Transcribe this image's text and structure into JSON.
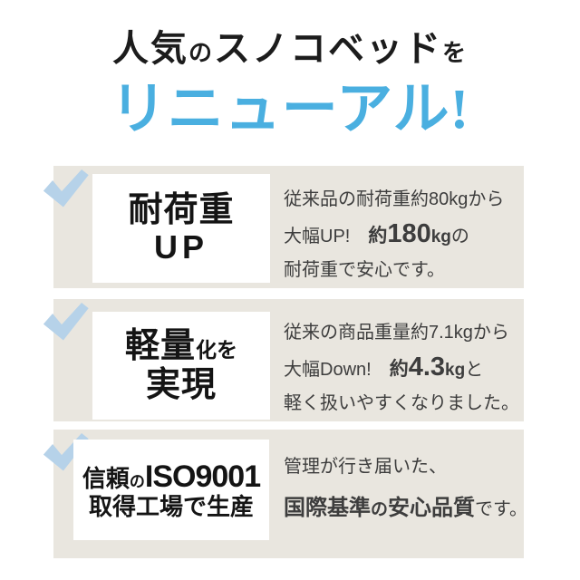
{
  "colors": {
    "background": "#ffffff",
    "accent_blue": "#4aafe0",
    "check_blue": "#b6d2e9",
    "band_beige": "#e9e6df",
    "heading_text": "#1c1c1c",
    "body_text": "#3d3d3d"
  },
  "title": {
    "line1": [
      {
        "t": "人気",
        "cls": "t1-lg"
      },
      {
        "t": "の",
        "cls": "t1-sm"
      },
      {
        "t": "スノコベッド",
        "cls": "t1-lg"
      },
      {
        "t": "を",
        "cls": "t1-sm"
      }
    ],
    "line2": "リニューアル!"
  },
  "bands": [
    {
      "id": "load-capacity-up",
      "icon": "check-icon",
      "box_lines": [
        [
          {
            "t": "耐荷重",
            "cls": "h-main"
          }
        ],
        [
          {
            "t": "UP",
            "cls": "h-up"
          }
        ]
      ],
      "desc_lines": [
        [
          {
            "t": "従来品の耐荷重約80kgから",
            "cls": "n"
          }
        ],
        [
          {
            "t": "大幅UP!　",
            "cls": "n"
          },
          {
            "t": "約",
            "cls": "b"
          },
          {
            "t": "180",
            "cls": "num"
          },
          {
            "t": "kg",
            "cls": "unit"
          },
          {
            "t": "の",
            "cls": "n"
          }
        ],
        [
          {
            "t": "耐荷重で安心です。",
            "cls": "n"
          }
        ]
      ]
    },
    {
      "id": "weight-reduction",
      "icon": "check-icon",
      "box_lines": [
        [
          {
            "t": "軽量",
            "cls": "h-main"
          },
          {
            "t": "化を",
            "cls": "h-sub"
          }
        ],
        [
          {
            "t": "実現",
            "cls": "h-main"
          }
        ]
      ],
      "desc_lines": [
        [
          {
            "t": "従来の商品重量約7.1kgから",
            "cls": "n"
          }
        ],
        [
          {
            "t": "大幅Down!　",
            "cls": "n"
          },
          {
            "t": "約",
            "cls": "b"
          },
          {
            "t": "4.3",
            "cls": "num"
          },
          {
            "t": "kg",
            "cls": "unit"
          },
          {
            "t": "と",
            "cls": "n"
          }
        ],
        [
          {
            "t": "軽く扱いやすくなりました。",
            "cls": "n"
          }
        ]
      ]
    },
    {
      "id": "iso9001-factory",
      "icon": "check-icon",
      "box_lines": [
        [
          {
            "t": "信頼",
            "cls": "h3-main"
          },
          {
            "t": "の",
            "cls": "h3-no"
          },
          {
            "t": "ISO9001",
            "cls": "h3-iso"
          }
        ],
        [
          {
            "t": "取得工場で生産",
            "cls": "h3-l2"
          }
        ]
      ],
      "desc_lines": [
        [
          {
            "t": "管理が行き届いた、",
            "cls": "n"
          }
        ],
        [
          {
            "t": "国際基準",
            "cls": "bb"
          },
          {
            "t": "の",
            "cls": "bno"
          },
          {
            "t": "安心品質",
            "cls": "bb"
          },
          {
            "t": "です。",
            "cls": "n"
          }
        ]
      ]
    }
  ]
}
